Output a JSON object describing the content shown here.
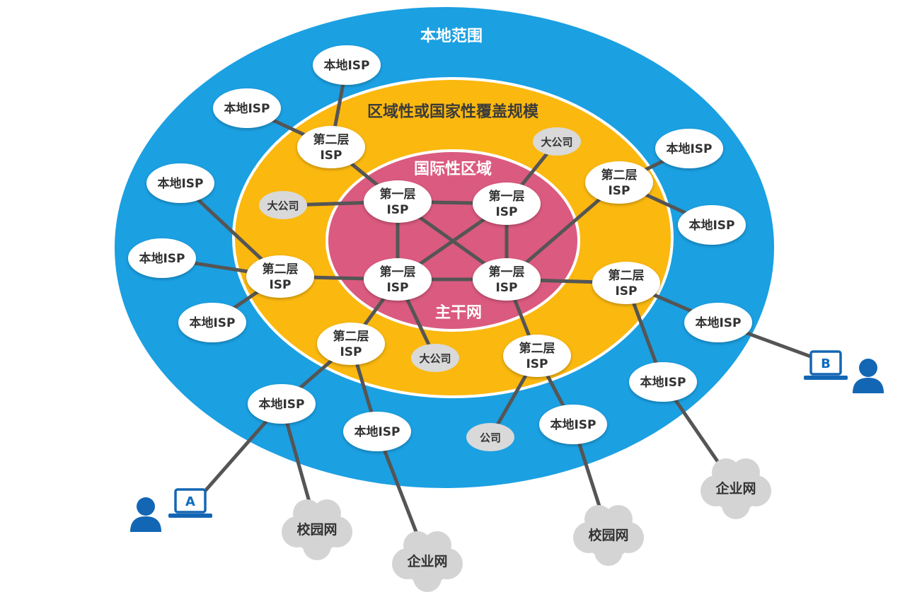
{
  "zones": {
    "local": "本地范围",
    "regional": "区域性或国家性覆盖规模",
    "international": "国际性区域",
    "backbone": "主干网"
  },
  "tier1": {
    "line1": "第一层",
    "line2": "ISP"
  },
  "tier2": {
    "line1": "第二层",
    "line2": "ISP"
  },
  "local_isp": "本地ISP",
  "big_company": "大公司",
  "company": "公司",
  "clouds": {
    "campus": "校园网",
    "enterprise": "企业网"
  },
  "hosts": {
    "a": "A",
    "b": "B"
  },
  "colors": {
    "local": "#1ba0e2",
    "regional": "#fbb80f",
    "international": "#db5a80",
    "link": "#555555",
    "node_fill": "#ffffff",
    "company_fill": "#d9d9d9",
    "cloud_fill": "#d4d4d4",
    "host": "#1366b4"
  }
}
